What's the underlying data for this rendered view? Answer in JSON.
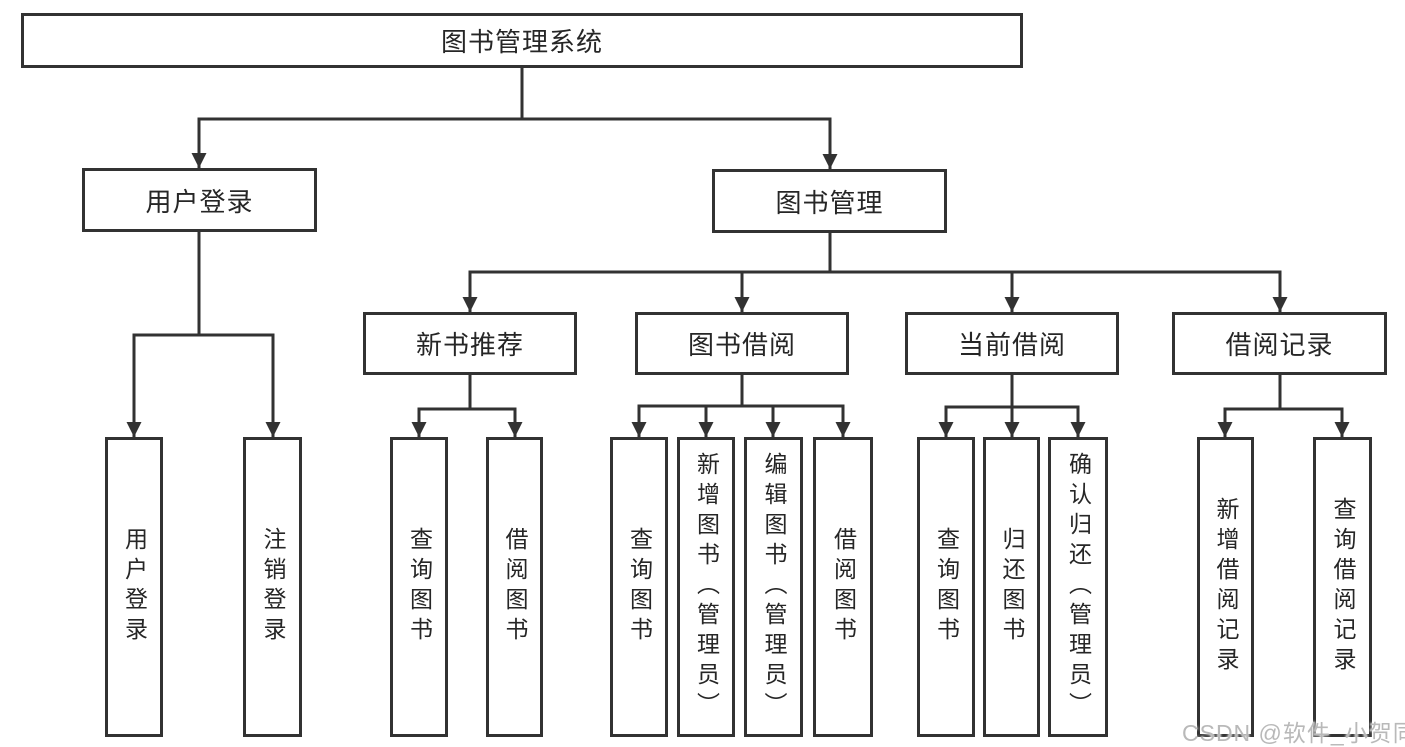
{
  "nodes": {
    "root": {
      "label": "图书管理系统"
    },
    "l2": [
      {
        "label": "用户登录"
      },
      {
        "label": "图书管理"
      }
    ],
    "l3": [
      {
        "label": "新书推荐"
      },
      {
        "label": "图书借阅"
      },
      {
        "label": "当前借阅"
      },
      {
        "label": "借阅记录"
      }
    ],
    "leaves": {
      "user": [
        "用户登录",
        "注销登录"
      ],
      "recommend": [
        "查询图书",
        "借阅图书"
      ],
      "borrow": [
        "查询图书",
        "新增图书（管理员）",
        "编辑图书（管理员）",
        "借阅图书"
      ],
      "current": [
        "查询图书",
        "归还图书",
        "确认归还（管理员）"
      ],
      "records": [
        "新增借阅记录",
        "查询借阅记录"
      ]
    }
  },
  "watermark": "CSDN @软件_小贺同学",
  "colors": {
    "line": "#323232",
    "text": "#262626",
    "watermark": "#b9b9b9",
    "background": "#ffffff"
  }
}
